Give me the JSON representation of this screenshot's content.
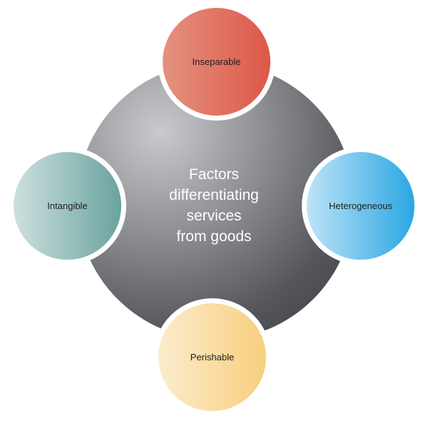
{
  "center": {
    "lines": [
      "Factors",
      "differentiating",
      "services",
      "from goods"
    ]
  },
  "factors": {
    "top": "Inseparable",
    "left": "Intangible",
    "right": "Heterogeneous",
    "bottom": "Perishable"
  },
  "colors": {
    "inseparable": "#dd5848",
    "intangible": "#6aa39e",
    "heterogeneous": "#2aa7e2",
    "perishable": "#f8cf7f",
    "center": "#55575b"
  }
}
